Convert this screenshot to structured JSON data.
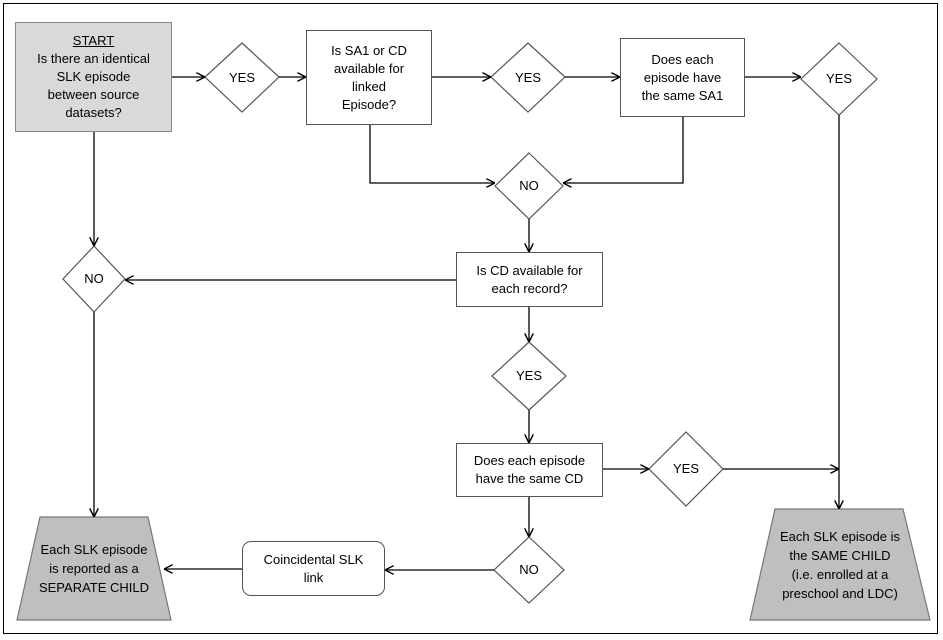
{
  "start": {
    "heading": "START",
    "lines": [
      "Is there an identical",
      "SLK episode",
      "between source",
      "datasets?"
    ]
  },
  "q_sa1_available": {
    "lines": [
      "Is SA1 or CD",
      "available for",
      "linked",
      "Episode?"
    ]
  },
  "q_same_sa1": {
    "lines": [
      "Does each",
      "episode have",
      "the same SA1"
    ]
  },
  "q_cd_available": {
    "lines": [
      "Is CD available for",
      "each record?"
    ]
  },
  "q_same_cd": {
    "lines": [
      "Does each episode",
      "have the same CD"
    ]
  },
  "coincidental": {
    "lines": [
      "Coincidental SLK",
      "link"
    ]
  },
  "separate_child": {
    "lines": [
      "Each SLK episode",
      "is reported as a",
      "SEPARATE CHILD"
    ]
  },
  "same_child": {
    "lines": [
      "Each SLK episode is",
      "the SAME CHILD",
      "(i.e. enrolled at a",
      "preschool and LDC)"
    ]
  },
  "decisions": {
    "yes1": "YES",
    "yes2": "YES",
    "yes3": "YES",
    "no_center": "NO",
    "no_left": "NO",
    "yes_cd": "YES",
    "yes_same_cd": "YES",
    "no_bottom": "NO"
  },
  "colors": {
    "start_fill": "#d9d9d9",
    "terminal_fill": "#bfbfbf",
    "line": "#000000"
  }
}
